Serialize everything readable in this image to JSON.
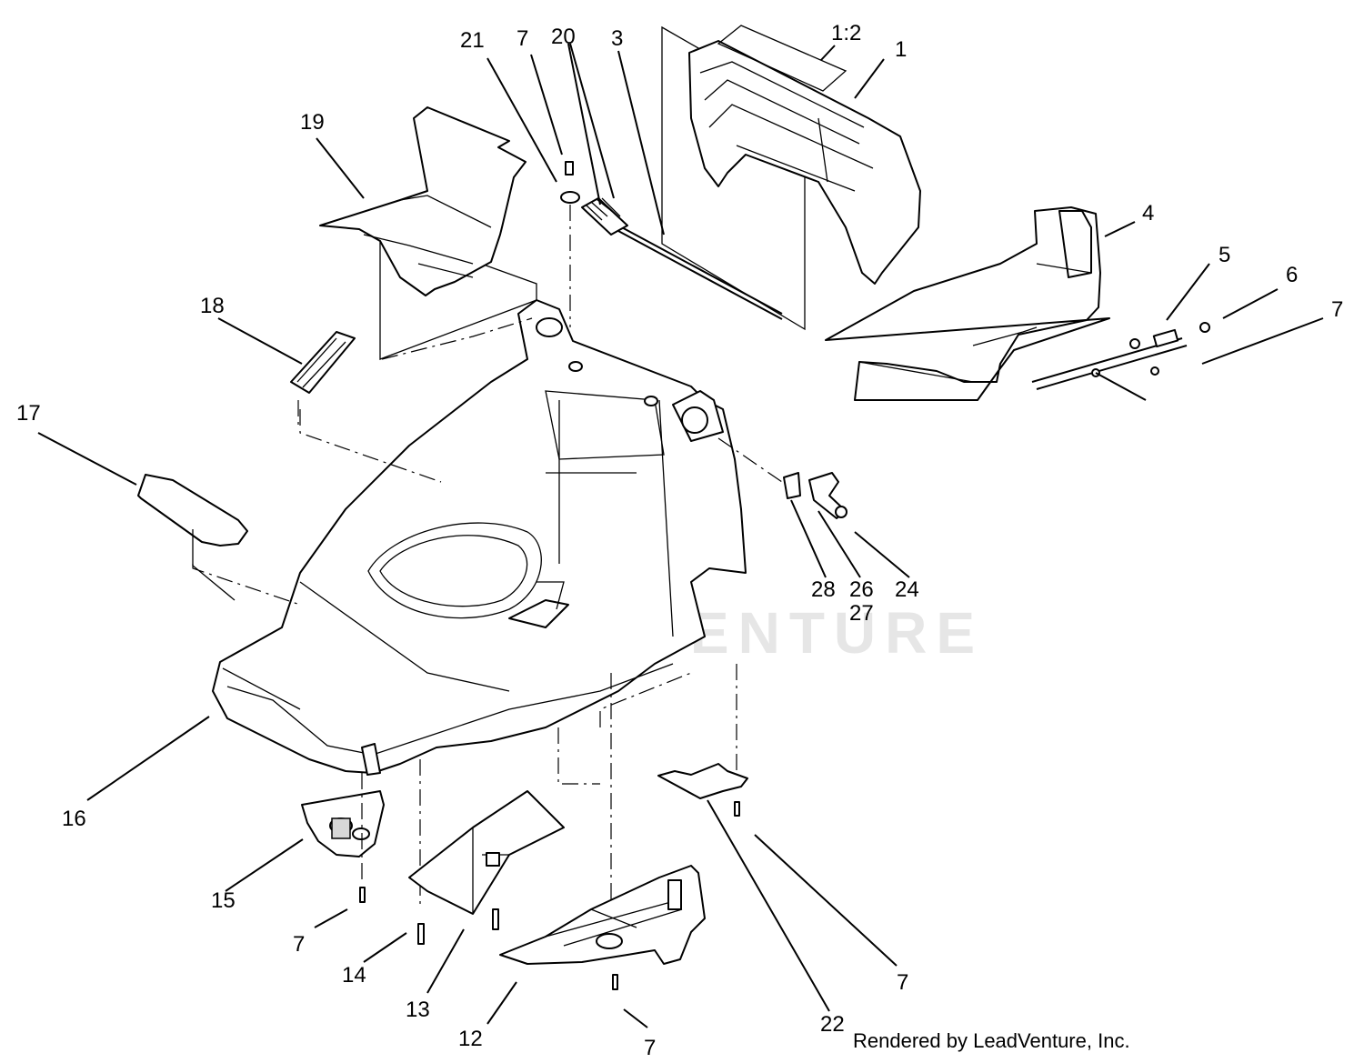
{
  "diagram": {
    "credit": "Rendered by LeadVenture, Inc.",
    "watermark": "LEADVENTURE",
    "callouts": {
      "c21": "21",
      "c7a": "7",
      "c20": "20",
      "c3": "3",
      "c1_2": "1:2",
      "c1": "1",
      "c19": "19",
      "c4": "4",
      "c5": "5",
      "c6": "6",
      "c7b": "7",
      "c18": "18",
      "c17": "17",
      "c28": "28",
      "c26": "26",
      "c27": "27",
      "c24": "24",
      "c16": "16",
      "c15": "15",
      "c7c": "7",
      "c14": "14",
      "c13": "13",
      "c12": "12",
      "c7d": "7",
      "c22": "22",
      "c7e": "7"
    }
  }
}
